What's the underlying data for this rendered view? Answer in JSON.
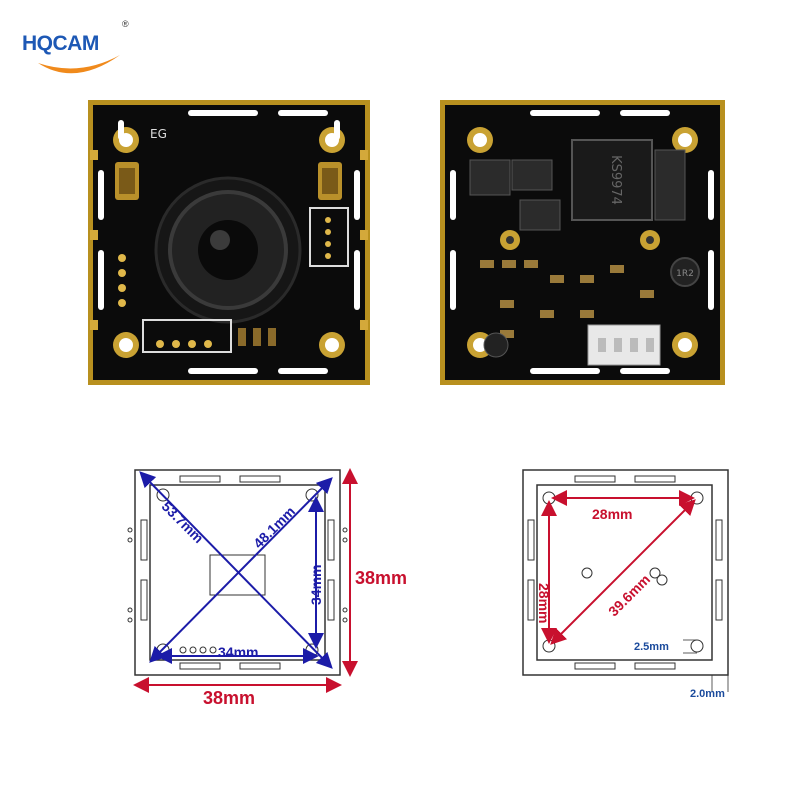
{
  "brand": {
    "name": "HQCAM",
    "registered_mark": "®",
    "accent_blue": "#1d58b5",
    "accent_orange": "#f08a1c"
  },
  "front_board": {
    "silkscreen": "EG"
  },
  "back_board": {
    "chip_label": "KS9974",
    "inductor_label": "1R2"
  },
  "front_diagram": {
    "diagonal_1": "53.7mm",
    "diagonal_2": "48.1mm",
    "inner_vertical": "34mm",
    "inner_horizontal": "34mm",
    "outer_height": "38mm",
    "outer_width": "38mm"
  },
  "back_diagram": {
    "triangle_top": "28mm",
    "triangle_left": "28mm",
    "triangle_diagonal": "39.6mm",
    "hole_diameter": "2.5mm",
    "edge_offset": "2.0mm"
  },
  "colors": {
    "pcb": "#0d0d0d",
    "gold": "#c9a233",
    "dim_blue": "#1c1ca8",
    "dim_red": "#c8102e",
    "outline": "#333333"
  }
}
